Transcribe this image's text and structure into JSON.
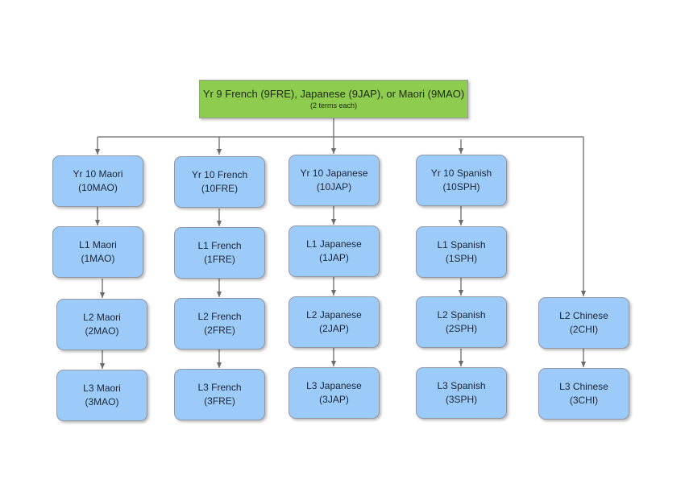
{
  "root": {
    "title": "Yr 9 French (9FRE), Japanese (9JAP), or Maori (9MAO)",
    "subtitle": "(2 terms each)"
  },
  "columns": [
    {
      "nodes": [
        {
          "name": "Yr 10 Maori",
          "code": "(10MAO)"
        },
        {
          "name": "L1 Maori",
          "code": "(1MAO)"
        },
        {
          "name": "L2 Maori",
          "code": "(2MAO)"
        },
        {
          "name": "L3 Maori",
          "code": "(3MAO)"
        }
      ]
    },
    {
      "nodes": [
        {
          "name": "Yr 10 French",
          "code": "(10FRE)"
        },
        {
          "name": "L1 French",
          "code": "(1FRE)"
        },
        {
          "name": "L2 French",
          "code": "(2FRE)"
        },
        {
          "name": "L3 French",
          "code": "(3FRE)"
        }
      ]
    },
    {
      "nodes": [
        {
          "name": "Yr 10 Japanese",
          "code": "(10JAP)"
        },
        {
          "name": "L1 Japanese",
          "code": "(1JAP)"
        },
        {
          "name": "L2 Japanese",
          "code": "(2JAP)"
        },
        {
          "name": "L3 Japanese",
          "code": "(3JAP)"
        }
      ]
    },
    {
      "nodes": [
        {
          "name": "Yr 10 Spanish",
          "code": "(10SPH)"
        },
        {
          "name": "L1 Spanish",
          "code": "(1SPH)"
        },
        {
          "name": "L2 Spanish",
          "code": "(2SPH)"
        },
        {
          "name": "L3 Spanish",
          "code": "(3SPH)"
        }
      ]
    },
    {
      "nodes": [
        {
          "name": "L2 Chinese",
          "code": "(2CHI)"
        },
        {
          "name": "L3 Chinese",
          "code": "(3CHI)"
        }
      ]
    }
  ]
}
